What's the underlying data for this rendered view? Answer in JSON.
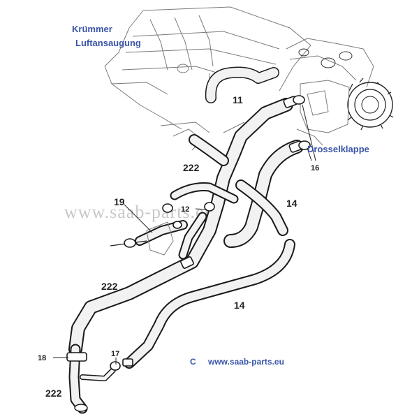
{
  "labels": {
    "manifold": "Krümmer",
    "air_intake": "Luftansaugung",
    "throttle": "Drosselklappe",
    "copyright": "C",
    "website": "www.saab-parts.eu",
    "watermark": "www.saab-parts.eu"
  },
  "parts": {
    "p11": "11",
    "p222_top": "222",
    "p19": "19",
    "p12": "12",
    "p14_upper": "14",
    "p14_lower": "14",
    "p16": "16",
    "p222_mid": "222",
    "p18": "18",
    "p17": "17",
    "p222_bottom": "222"
  },
  "colors": {
    "label_blue": "#3a55a8",
    "hose_outline": "#1a1a1a",
    "engine_line": "#7a7a7a"
  }
}
